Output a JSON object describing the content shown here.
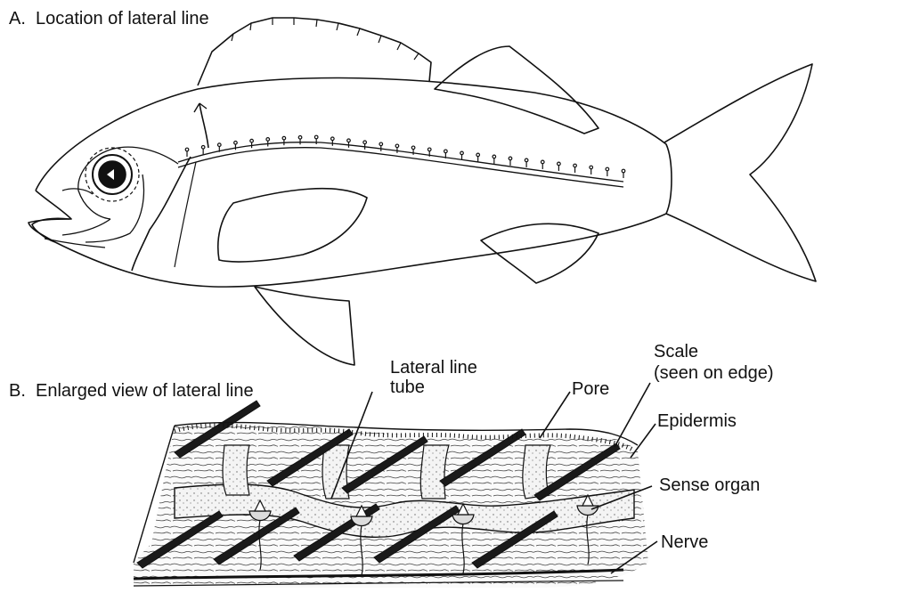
{
  "panel_a": {
    "title": "A.  Location of lateral line"
  },
  "panel_b": {
    "title": "B.  Enlarged view of lateral line",
    "callouts": {
      "lateral_line_tube": {
        "line1": "Lateral line",
        "line2": "tube"
      },
      "pore": "Pore",
      "scale": {
        "line1": "Scale",
        "line2": "(seen on edge)"
      },
      "epidermis": "Epidermis",
      "sense_organ": "Sense organ",
      "nerve": "Nerve"
    }
  },
  "colors": {
    "ink": "#111111",
    "tissue": "#f3f3f3",
    "tube": "#ececec",
    "scale_bar": "#1a1a1a"
  }
}
